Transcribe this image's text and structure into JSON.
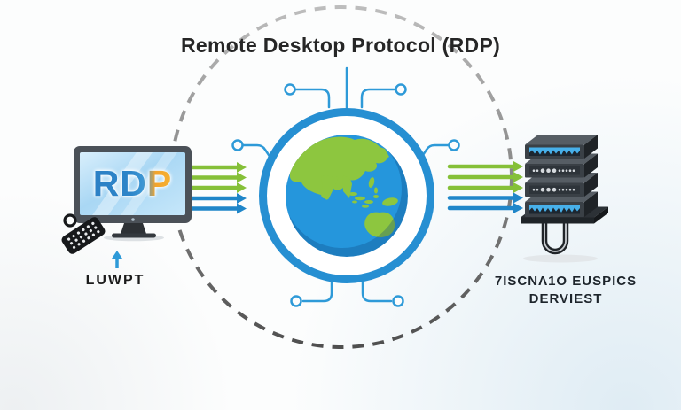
{
  "title": "Remote Desktop Protocol (RDP)",
  "client": {
    "screen_text": "RDP",
    "caption": "LUWPT"
  },
  "servers": {
    "caption_line1": "7ISCNΛ1O EUSPICS",
    "caption_line2": "DERVIEST"
  },
  "icons": {
    "client_device": "desktop-monitor-icon",
    "input_device": "remote-control-icon",
    "network": "globe-icon",
    "boundary": "dashed-circle",
    "connectors": "circuit-node-icons",
    "destination": "server-rack-icon",
    "flows": "green-and-blue-arrows"
  },
  "colors": {
    "connector_blue": "#2e9ad8",
    "ring_blue": "#268fd2",
    "ocean_blue": "#2596dc",
    "land_green": "#8dc63f",
    "arrow_green": "#85c038",
    "arrow_blue": "#1f86c9",
    "rdp_blue": "#2d7fc4",
    "rdp_orange": "#f3a42c",
    "server_blue_panel": "#47b0ea",
    "text_dark": "#262626"
  }
}
